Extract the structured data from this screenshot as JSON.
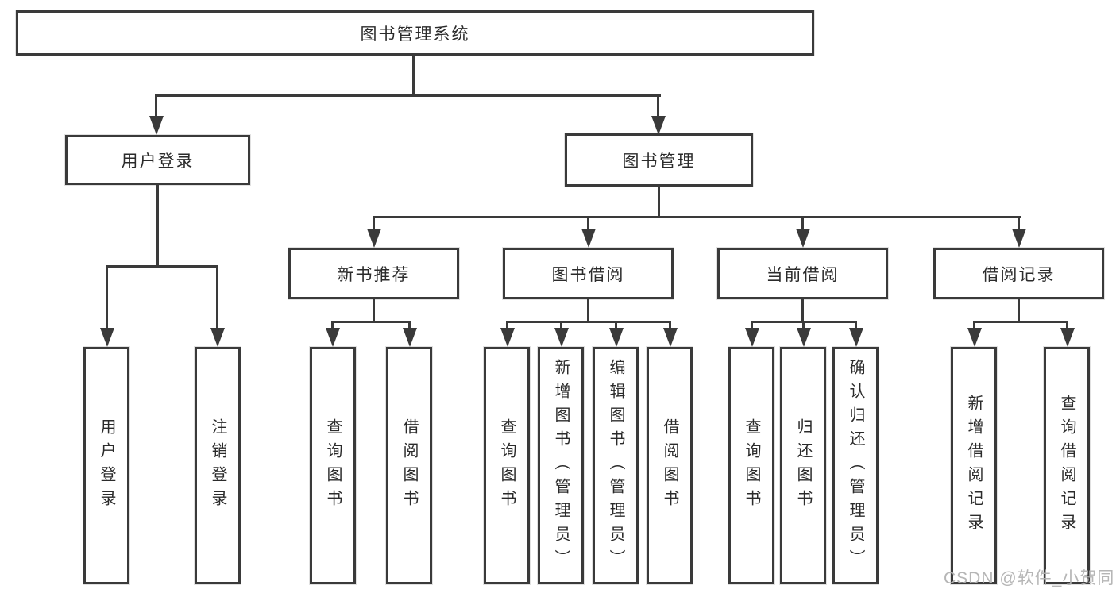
{
  "colors": {
    "line": "#3a3a3a",
    "text": "#2b2b2b",
    "background": "#ffffff",
    "watermark": "#b2b2b2"
  },
  "watermark": "CSDN @软件_小贺同学",
  "tree": {
    "root": "图书管理系统",
    "user_login": {
      "label": "用户登录",
      "children": [
        "用户登录",
        "注销登录"
      ]
    },
    "book_management": {
      "label": "图书管理",
      "sections": [
        {
          "label": "新书推荐",
          "children": [
            "查询图书",
            "借阅图书"
          ]
        },
        {
          "label": "图书借阅",
          "children": [
            "查询图书",
            "新增图书（管理员）",
            "编辑图书（管理员）",
            "借阅图书"
          ]
        },
        {
          "label": "当前借阅",
          "children": [
            "查询图书",
            "归还图书",
            "确认归还（管理员）"
          ]
        },
        {
          "label": "借阅记录",
          "children": [
            "新增借阅记录",
            "查询借阅记录"
          ]
        }
      ]
    }
  }
}
